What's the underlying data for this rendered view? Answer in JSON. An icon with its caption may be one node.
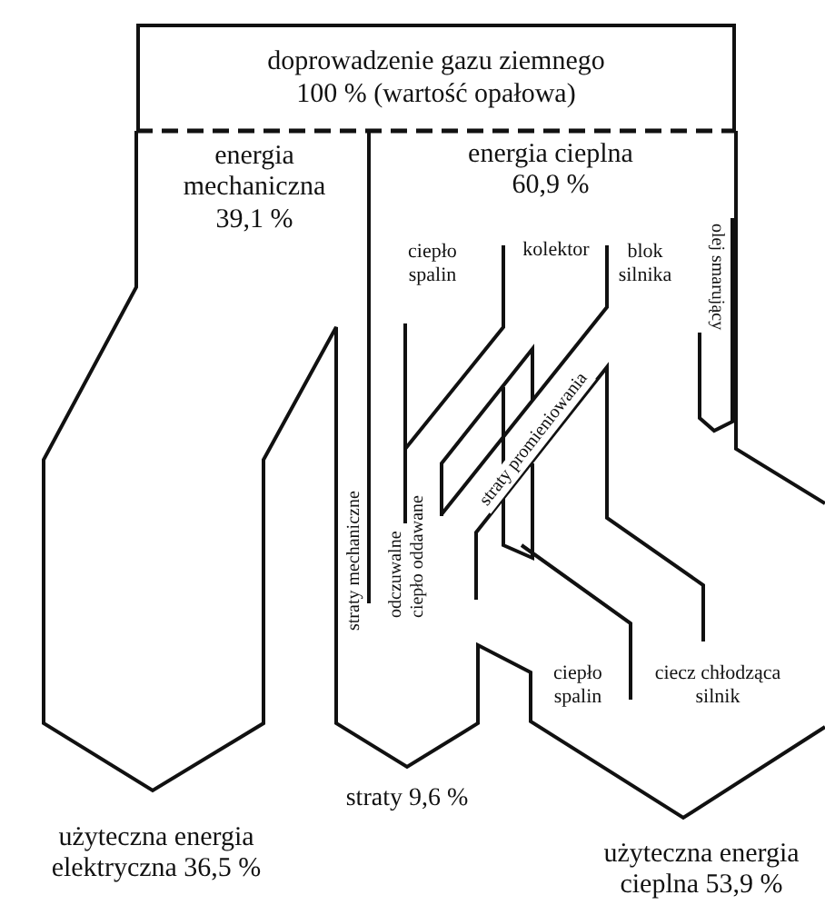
{
  "diagram": {
    "nodes": [
      {
        "text": [
          "doprowadzenie gazu ziemnego 100 % (wartość opałowa)"
        ]
      }
    ],
    "labels": [
      "energia mechaniczna 39,1 %",
      "energia cieplna 60,9 %",
      "ciepło spalin",
      "kolektor",
      "blok silnika",
      "olej smarujący",
      "straty mechaniczne",
      "odczuwalne ciepło oddawane",
      "straty promieniowania",
      "ciepło spalin",
      "ciecz chłodząca silnik",
      "straty 9,6 %",
      "użyteczna energia elektryczna 36,5 %",
      "użyteczna energia cieplna 53,9 %"
    ]
  }
}
